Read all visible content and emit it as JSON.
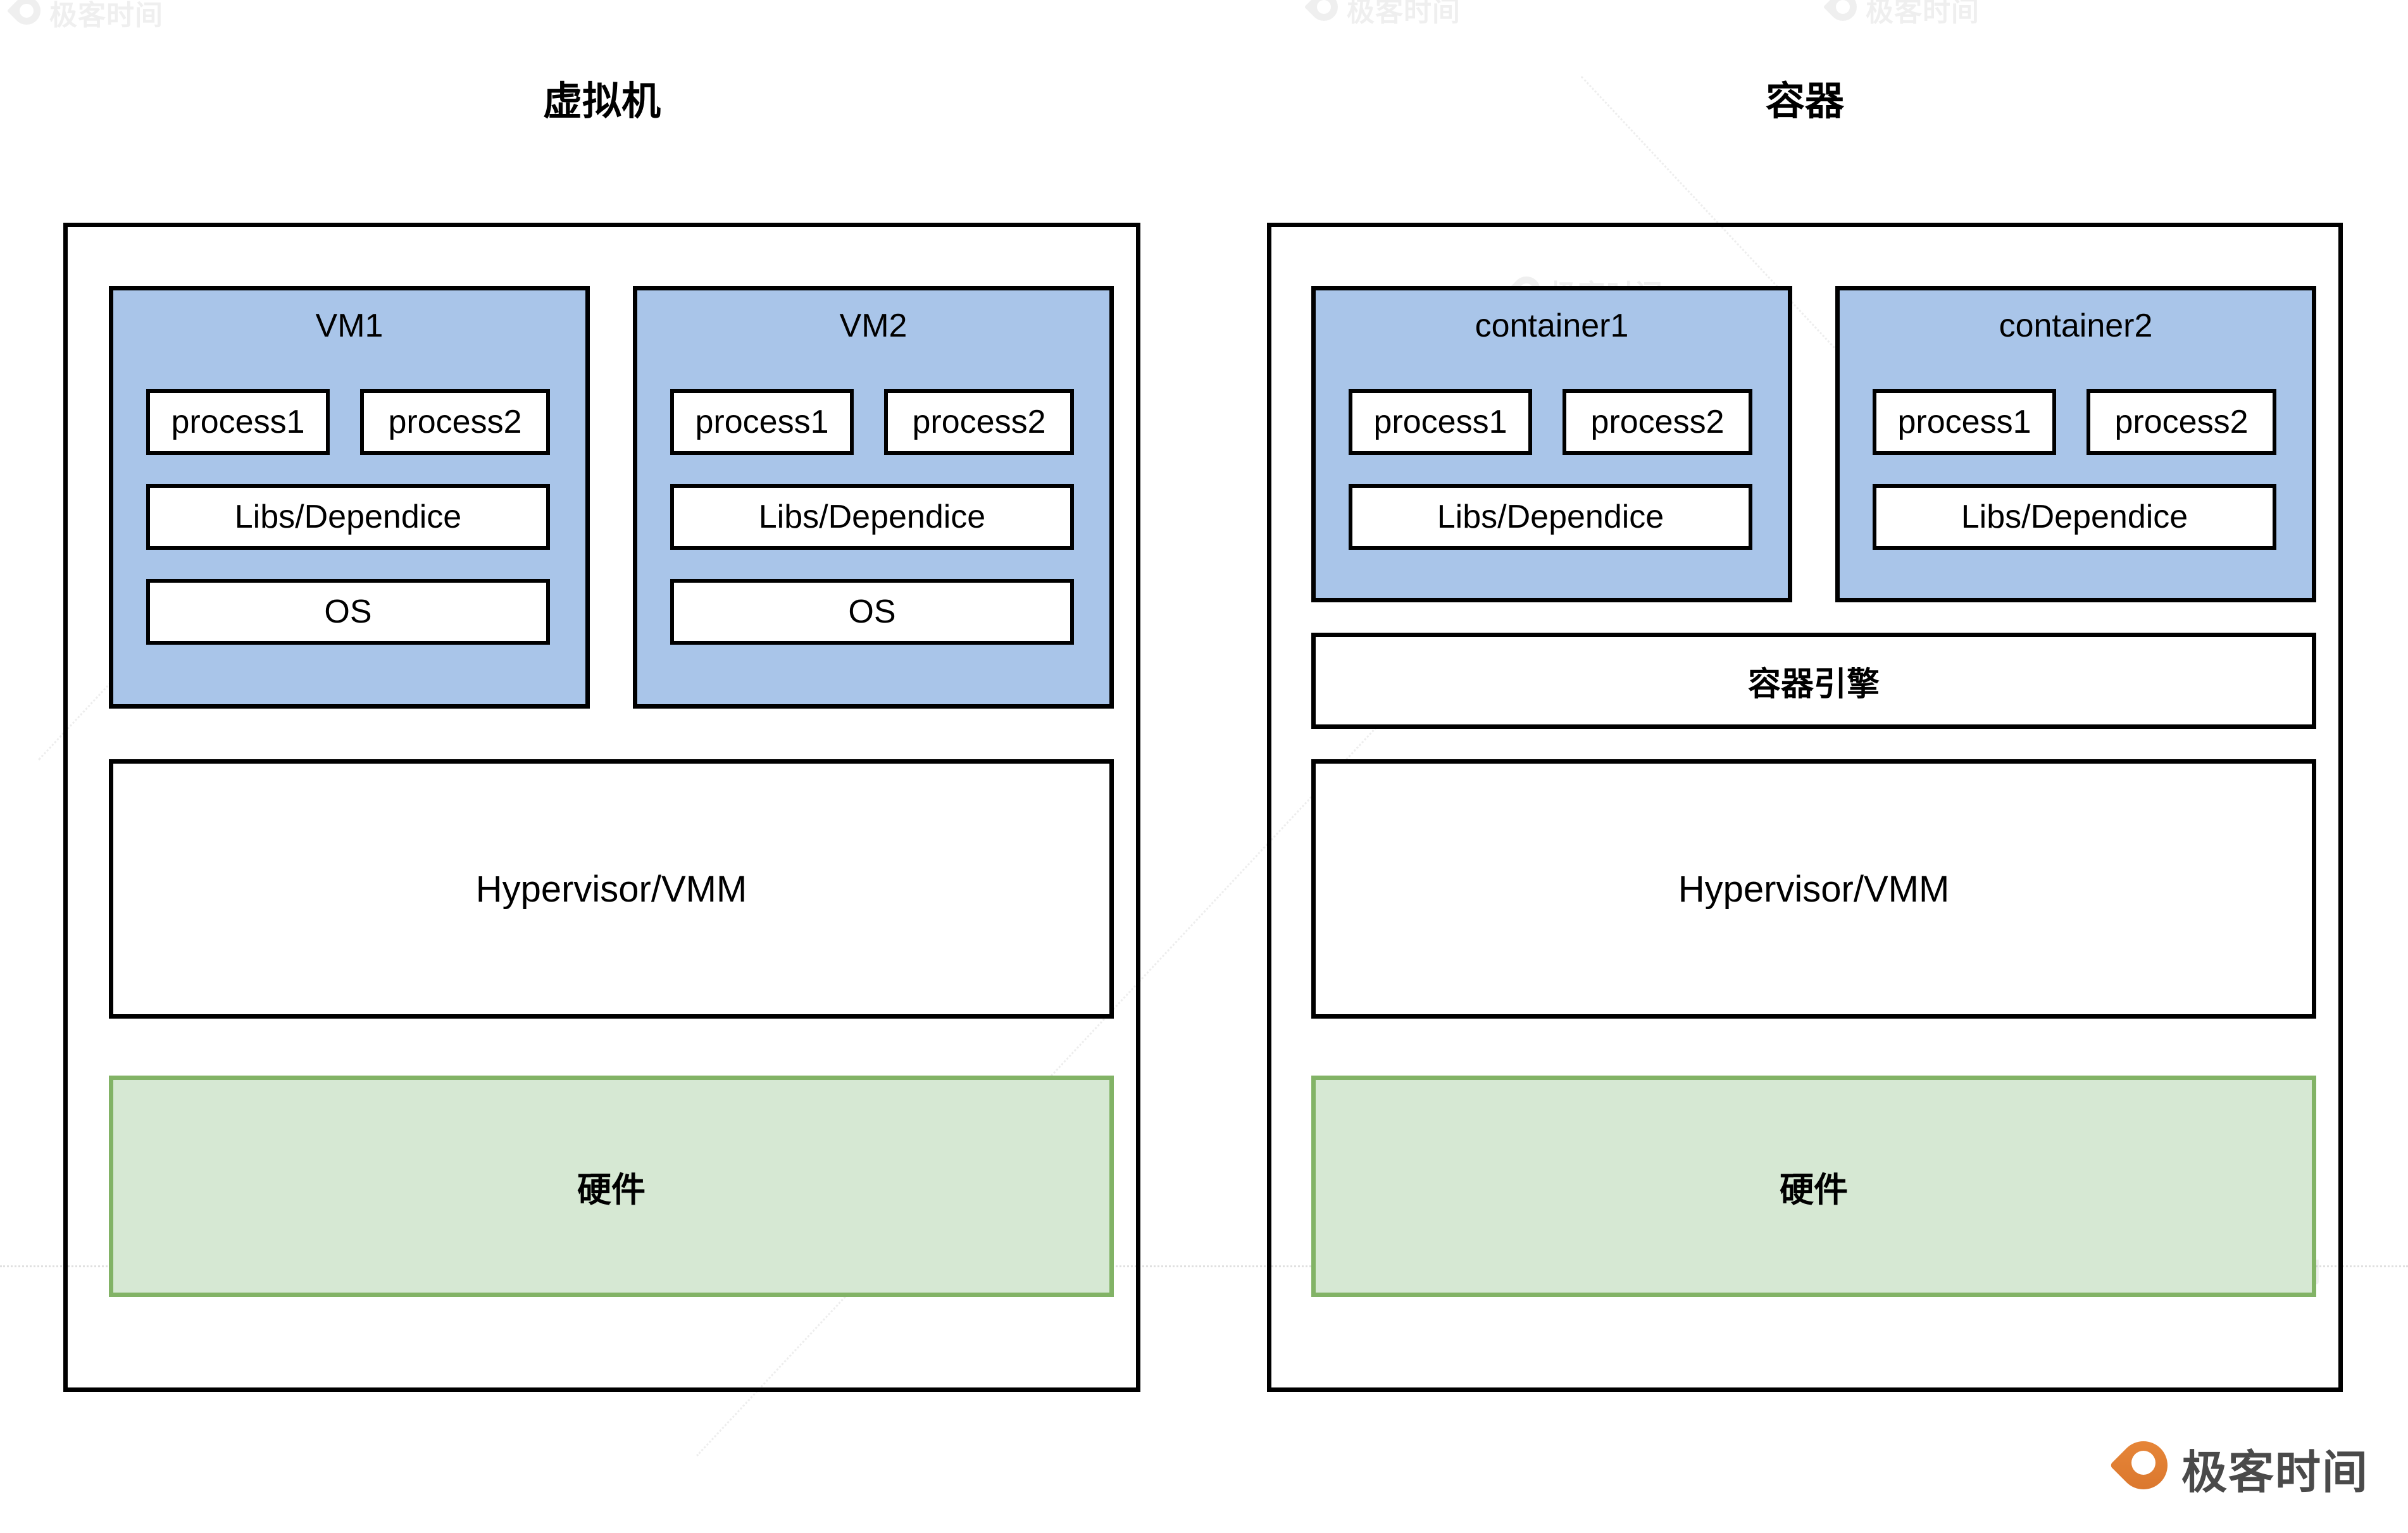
{
  "diagram": {
    "title_left": "虚拟机",
    "title_right": "容器",
    "brand": "极客时间",
    "watermark_text": "极客时间",
    "colors": {
      "vm_fill": "#a9c5e9",
      "box_stroke": "#000000",
      "hardware_fill": "#d6e8d3",
      "hardware_stroke": "#82b366",
      "brand_orange": "#e8883a",
      "brand_gray": "#4a4a4a",
      "background": "#ffffff"
    },
    "vm_side": {
      "guests": [
        {
          "name": "VM1",
          "processes": [
            "process1",
            "process2"
          ],
          "libs": "Libs/Dependice",
          "os": "OS"
        },
        {
          "name": "VM2",
          "processes": [
            "process1",
            "process2"
          ],
          "libs": "Libs/Dependice",
          "os": "OS"
        }
      ],
      "hypervisor": "Hypervisor/VMM",
      "hardware": "硬件"
    },
    "container_side": {
      "guests": [
        {
          "name": "container1",
          "processes": [
            "process1",
            "process2"
          ],
          "libs": "Libs/Dependice"
        },
        {
          "name": "container2",
          "processes": [
            "process1",
            "process2"
          ],
          "libs": "Libs/Dependice"
        }
      ],
      "engine": "容器引擎",
      "hypervisor": "Hypervisor/VMM",
      "hardware": "硬件"
    }
  }
}
